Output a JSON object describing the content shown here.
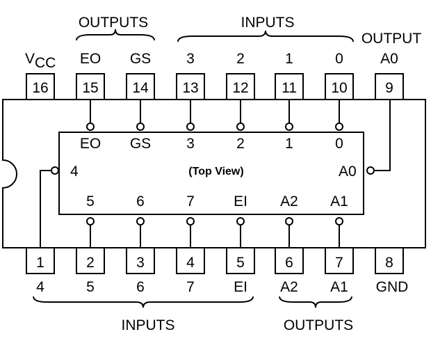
{
  "top_view_label": "(Top View)",
  "groups": {
    "top_outputs": "OUTPUTS",
    "top_inputs": "INPUTS",
    "top_output_a0": "OUTPUT",
    "bottom_inputs": "INPUTS",
    "bottom_outputs": "OUTPUTS"
  },
  "vcc": {
    "main": "V",
    "sub": "CC"
  },
  "top_pins": [
    {
      "num": "16",
      "label": ""
    },
    {
      "num": "15",
      "label": "EO",
      "inner": "EO"
    },
    {
      "num": "14",
      "label": "GS",
      "inner": "GS"
    },
    {
      "num": "13",
      "label": "3",
      "inner": "3"
    },
    {
      "num": "12",
      "label": "2",
      "inner": "2"
    },
    {
      "num": "11",
      "label": "1",
      "inner": "1"
    },
    {
      "num": "10",
      "label": "0",
      "inner": "0"
    },
    {
      "num": "9",
      "label": "A0"
    }
  ],
  "bottom_pins": [
    {
      "num": "1",
      "label": "4"
    },
    {
      "num": "2",
      "label": "5",
      "inner": "5"
    },
    {
      "num": "3",
      "label": "6",
      "inner": "6"
    },
    {
      "num": "4",
      "label": "7",
      "inner": "7"
    },
    {
      "num": "5",
      "label": "EI",
      "inner": "EI"
    },
    {
      "num": "6",
      "label": "A2",
      "inner": "A2"
    },
    {
      "num": "7",
      "label": "A1",
      "inner": "A1"
    },
    {
      "num": "8",
      "label": "GND"
    }
  ],
  "inner_left": "4",
  "inner_right": "A0"
}
